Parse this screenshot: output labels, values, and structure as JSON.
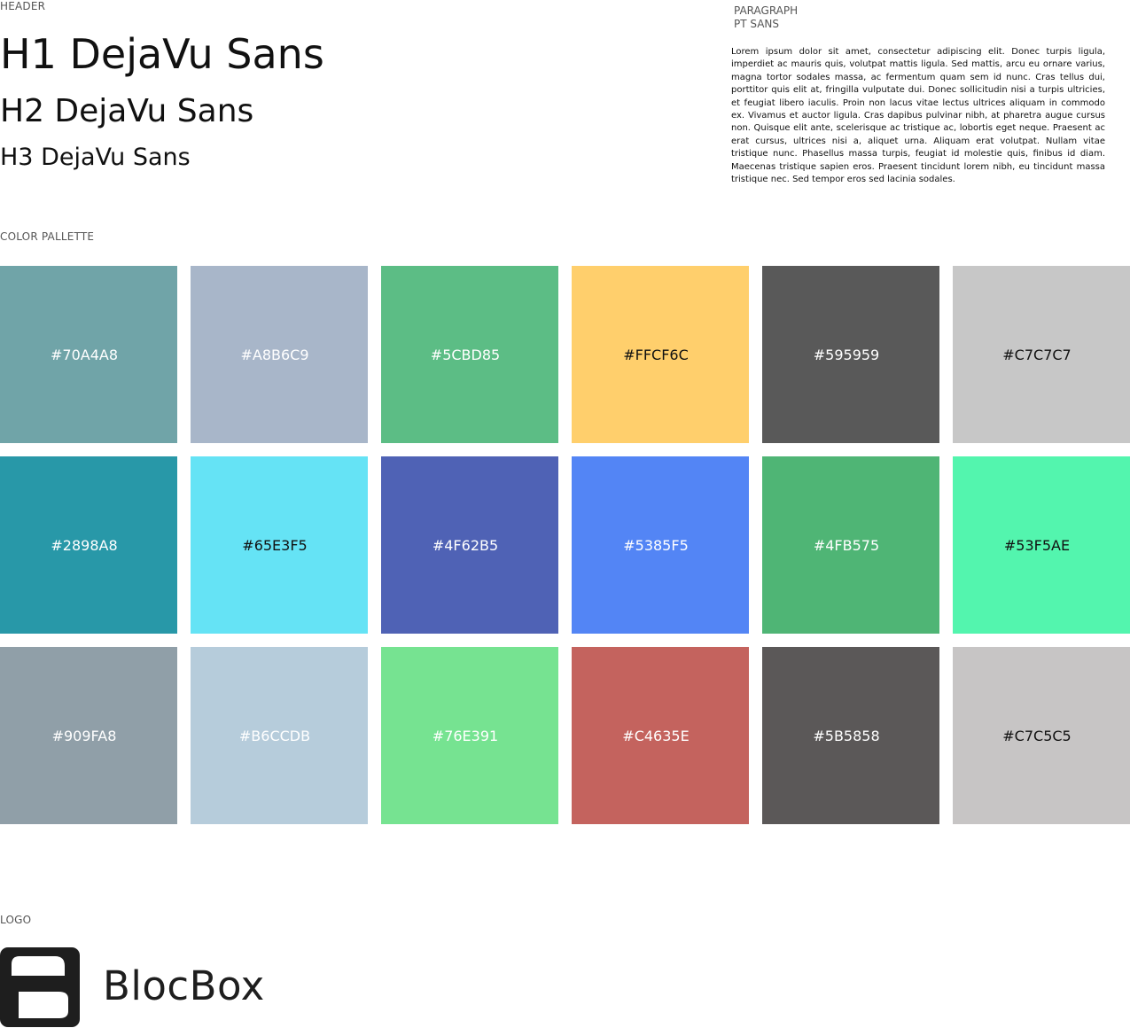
{
  "header": {
    "label": "HEADER",
    "h1": "H1 DejaVu Sans",
    "h2": "H2 DejaVu Sans",
    "h3": "H3 DejaVu Sans"
  },
  "paragraph": {
    "label": "PARAGRAPH",
    "font_label": "PT SANS",
    "text": "Lorem ipsum dolor sit amet, consectetur adipiscing elit. Donec turpis ligula, imperdiet ac mauris quis, volutpat mattis ligula. Sed mattis, arcu eu ornare varius, magna tortor sodales massa, ac fermentum quam sem id nunc. Cras tellus dui, porttitor quis elit at, fringilla vulputate dui. Donec sollicitudin nisi a turpis ultricies, et feugiat libero iaculis. Proin non lacus vitae lectus ultrices aliquam in commodo ex. Vivamus et auctor ligula. Cras dapibus pulvinar nibh, at pharetra augue cursus non. Quisque elit ante, scelerisque ac tristique ac, lobortis eget neque. Praesent ac erat cursus, ultrices nisi a, aliquet urna. Aliquam erat volutpat. Nullam vitae tristique nunc. Phasellus massa turpis, feugiat id molestie quis, finibus id diam. Maecenas tristique sapien eros. Praesent tincidunt lorem nibh, eu tincidunt massa tristique nec. Sed tempor eros sed lacinia sodales."
  },
  "palette": {
    "label": "COLOR PALLETTE",
    "swatches": [
      {
        "hex": "#70A4A8",
        "label_color": "#ffffff"
      },
      {
        "hex": "#A8B6C9",
        "label_color": "#ffffff"
      },
      {
        "hex": "#5CBD85",
        "label_color": "#ffffff"
      },
      {
        "hex": "#FFCF6C",
        "label_color": "#111111"
      },
      {
        "hex": "#595959",
        "label_color": "#ffffff"
      },
      {
        "hex": "#C7C7C7",
        "label_color": "#111111"
      },
      {
        "hex": "#2898A8",
        "label_color": "#ffffff"
      },
      {
        "hex": "#65E3F5",
        "label_color": "#111111"
      },
      {
        "hex": "#4F62B5",
        "label_color": "#ffffff"
      },
      {
        "hex": "#5385F5",
        "label_color": "#ffffff"
      },
      {
        "hex": "#4FB575",
        "label_color": "#ffffff"
      },
      {
        "hex": "#53F5AE",
        "label_color": "#111111"
      },
      {
        "hex": "#909FA8",
        "label_color": "#ffffff"
      },
      {
        "hex": "#B6CCDB",
        "label_color": "#ffffff"
      },
      {
        "hex": "#76E391",
        "label_color": "#ffffff"
      },
      {
        "hex": "#C4635E",
        "label_color": "#ffffff"
      },
      {
        "hex": "#5B5858",
        "label_color": "#ffffff"
      },
      {
        "hex": "#C7C5C5",
        "label_color": "#111111"
      }
    ]
  },
  "logo": {
    "label": "LOGO",
    "wordmark": "BlocBox",
    "mark_icon": "blocbox-b-icon",
    "mark_color": "#1e1e1e"
  }
}
